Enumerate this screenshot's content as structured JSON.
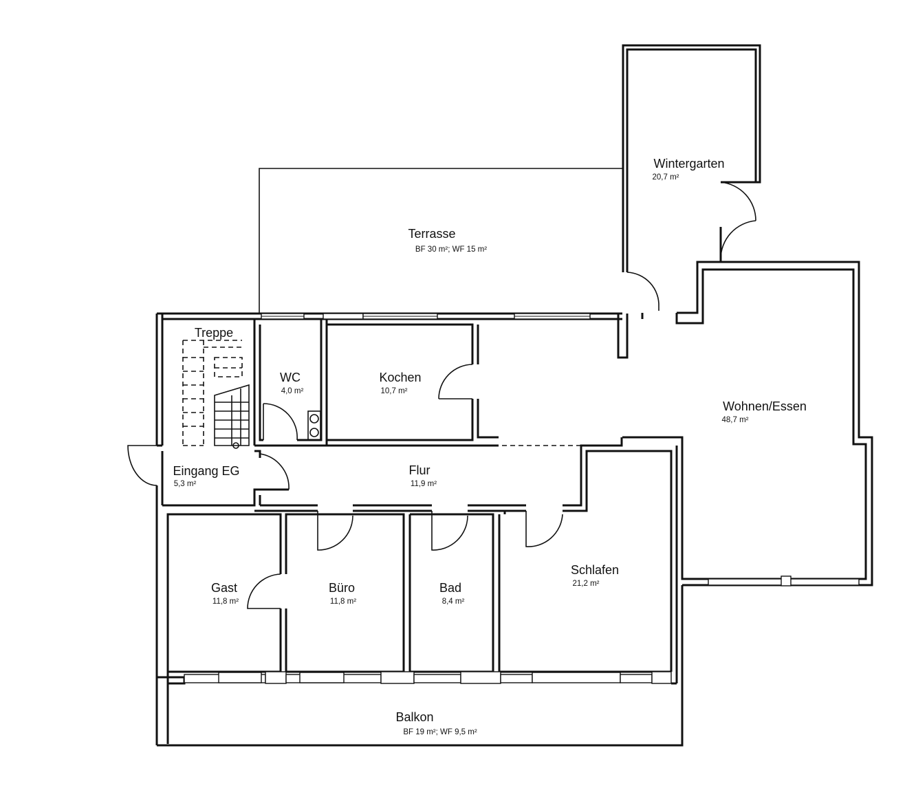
{
  "rooms": {
    "wintergarten": {
      "name": "Wintergarten",
      "area": "20,7 m²"
    },
    "terrasse": {
      "name": "Terrasse",
      "area": "BF 30 m²; WF 15 m²"
    },
    "treppe": {
      "name": "Treppe"
    },
    "wc": {
      "name": "WC",
      "area": "4,0 m²"
    },
    "kochen": {
      "name": "Kochen",
      "area": "10,7 m²"
    },
    "wohnen": {
      "name": "Wohnen/Essen",
      "area": "48,7 m²"
    },
    "eingang": {
      "name": "Eingang EG",
      "area": "5,3 m²"
    },
    "flur": {
      "name": "Flur",
      "area": "11,9 m²"
    },
    "gast": {
      "name": "Gast",
      "area": "11,8 m²"
    },
    "buero": {
      "name": "Büro",
      "area": "11,8 m²"
    },
    "bad": {
      "name": "Bad",
      "area": "8,4 m²"
    },
    "schlafen": {
      "name": "Schlafen",
      "area": "21,2 m²"
    },
    "balkon": {
      "name": "Balkon",
      "area": "BF 19 m²; WF 9,5 m²"
    }
  },
  "colors": {
    "line": "#111111",
    "background": "#ffffff"
  }
}
